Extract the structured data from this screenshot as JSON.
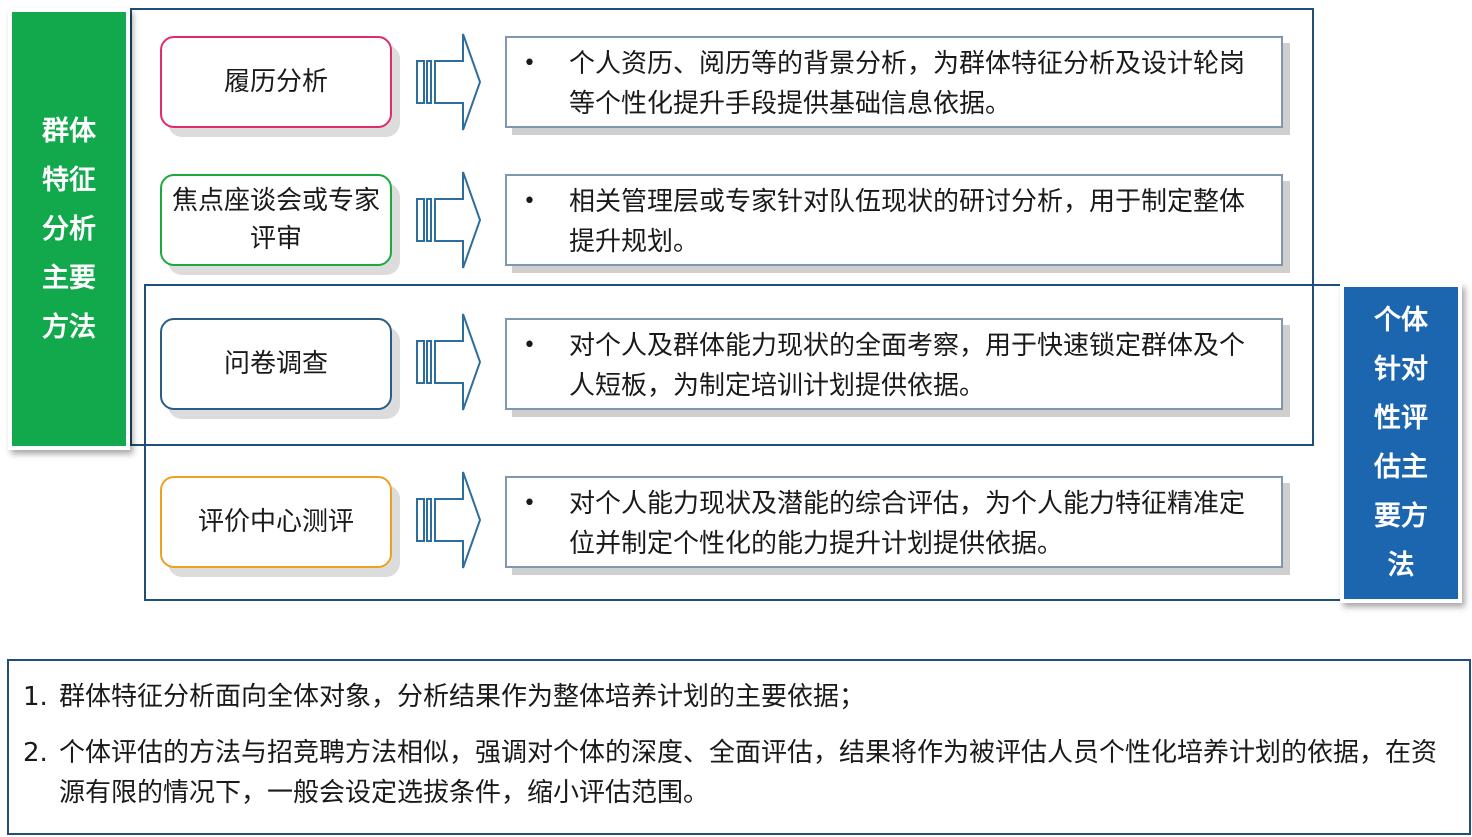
{
  "left_label": {
    "lines": [
      "群体",
      "特征",
      "分析",
      "主要",
      "方法"
    ],
    "color": "#12a94d"
  },
  "right_label": {
    "lines": [
      "个体",
      "针对",
      "性评",
      "估主",
      "要方",
      "法"
    ],
    "color": "#1c66b0"
  },
  "methods": [
    {
      "label": "履历分析",
      "border_color": "#e22a6f",
      "bullet": "•",
      "description": "个人资历、阅历等的背景分析，为群体特征分析及设计轮岗等个性化提升手段提供基础信息依据。"
    },
    {
      "label": "焦点座谈会或专家评审",
      "border_color": "#1da93c",
      "bullet": "•",
      "description": "相关管理层或专家针对队伍现状的研讨分析，用于制定整体提升规划。"
    },
    {
      "label": "问卷调查",
      "border_color": "#2a5e86",
      "bullet": "•",
      "description": "对个人及群体能力现状的全面考察，用于快速锁定群体及个人短板，为制定培训计划提供依据。"
    },
    {
      "label": "评价中心测评",
      "border_color": "#f0a020",
      "bullet": "•",
      "description": "对个人能力现状及潜能的综合评估，为个人能力特征精准定位并制定个性化的能力提升计划提供依据。"
    }
  ],
  "notes": [
    {
      "number": "1.",
      "text": "群体特征分析面向全体对象，分析结果作为整体培养计划的主要依据；"
    },
    {
      "number": "2.",
      "text": "个体评估的方法与招竞聘方法相似，强调对个体的深度、全面评估，结果将作为被评估人员个性化培养计划的依据，在资源有限的情况下，一般会设定选拔条件，缩小评估范围。"
    }
  ]
}
